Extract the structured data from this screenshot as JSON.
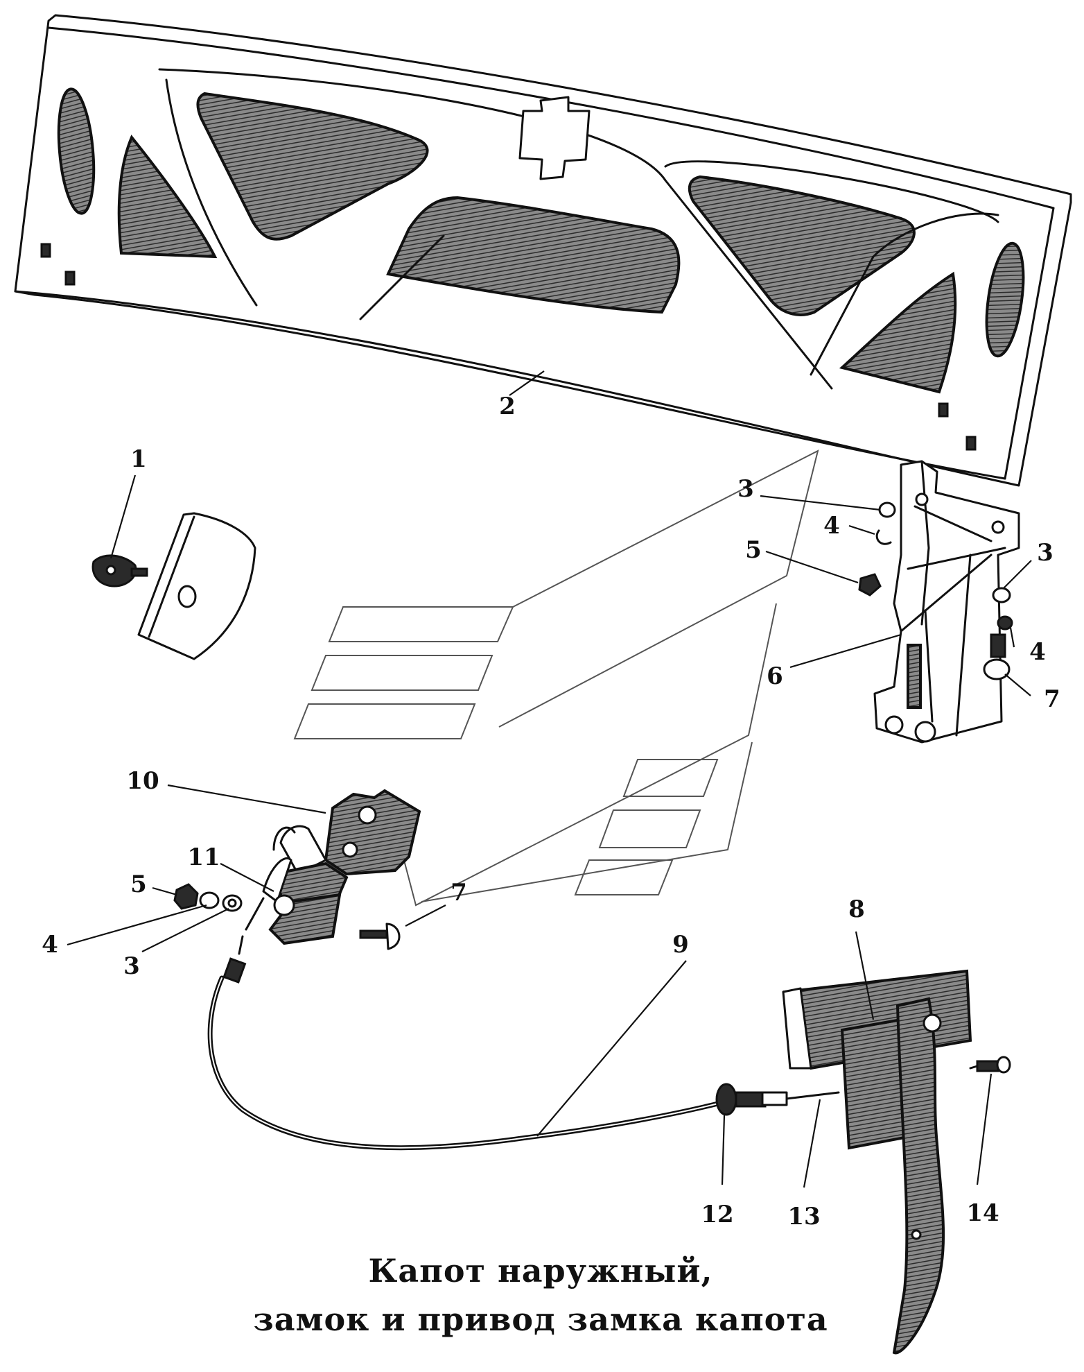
{
  "diagram": {
    "caption_line1": "Капот наружный,",
    "caption_line2": "замок и привод замка капота",
    "callouts": [
      {
        "id": "c1",
        "text": "1"
      },
      {
        "id": "c2",
        "text": "2"
      },
      {
        "id": "c3a",
        "text": "3"
      },
      {
        "id": "c4a",
        "text": "4"
      },
      {
        "id": "c5a",
        "text": "5"
      },
      {
        "id": "c3b",
        "text": "3"
      },
      {
        "id": "c4b",
        "text": "4"
      },
      {
        "id": "c6",
        "text": "6"
      },
      {
        "id": "c7a",
        "text": "7"
      },
      {
        "id": "c10",
        "text": "10"
      },
      {
        "id": "c11",
        "text": "11"
      },
      {
        "id": "c5b",
        "text": "5"
      },
      {
        "id": "c7b",
        "text": "7"
      },
      {
        "id": "c4c",
        "text": "4"
      },
      {
        "id": "c3c",
        "text": "3"
      },
      {
        "id": "c8",
        "text": "8"
      },
      {
        "id": "c9",
        "text": "9"
      },
      {
        "id": "c12",
        "text": "12"
      },
      {
        "id": "c13",
        "text": "13"
      },
      {
        "id": "c14",
        "text": "14"
      }
    ]
  }
}
